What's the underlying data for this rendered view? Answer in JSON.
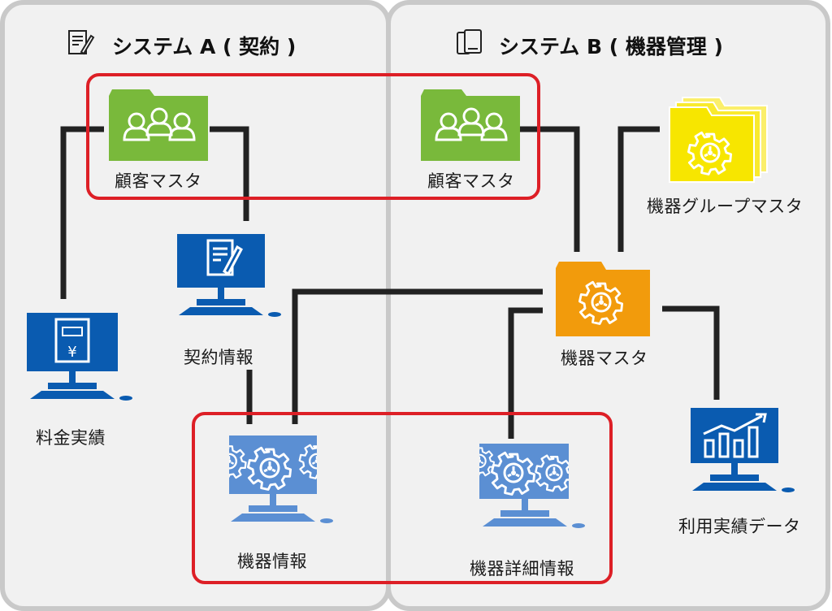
{
  "systems": [
    {
      "title": "システム A ( 契約 )",
      "icon": "contract-document-icon"
    },
    {
      "title": "システム B ( 機器管理 )",
      "icon": "devices-icon"
    }
  ],
  "nodes": {
    "customer_master_a": {
      "label": "顧客マスタ",
      "icon": "customer-folder-icon",
      "color": "#79b93b"
    },
    "customer_master_b": {
      "label": "顧客マスタ",
      "icon": "customer-folder-icon",
      "color": "#79b93b"
    },
    "equipment_group_master": {
      "label": "機器グループマスタ",
      "icon": "gear-folder-stack-icon",
      "color": "#f7e600"
    },
    "contract_info": {
      "label": "契約情報",
      "icon": "contract-monitor-icon",
      "color": "#0a5bb0"
    },
    "equipment_master": {
      "label": "機器マスタ",
      "icon": "gear-folder-icon",
      "color": "#f29b0c"
    },
    "billing_record": {
      "label": "料金実績",
      "icon": "billing-monitor-icon",
      "color": "#0a5bb0"
    },
    "equipment_info": {
      "label": "機器情報",
      "icon": "gear-monitor-icon",
      "color": "#5b8fd3"
    },
    "equipment_detail_info": {
      "label": "機器詳細情報",
      "icon": "gear-monitor-icon",
      "color": "#5b8fd3"
    },
    "usage_record_data": {
      "label": "利用実績データ",
      "icon": "chart-monitor-icon",
      "color": "#0a5bb0"
    }
  },
  "highlight_color": "#dd1f26",
  "connector_color": "#222222"
}
